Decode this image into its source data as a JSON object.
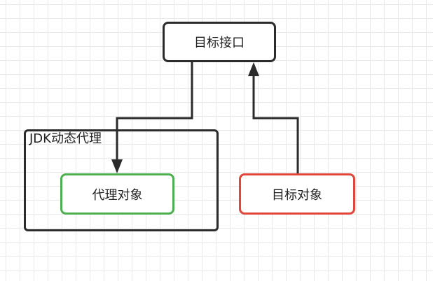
{
  "diagram": {
    "nodes": {
      "target_interface": "目标接口",
      "jdk_proxy_group": "JDK动态代理",
      "proxy_object": "代理对象",
      "target_object": "目标对象"
    },
    "colors": {
      "default_border": "#2b2b2b",
      "proxy_object_border": "#4caf50",
      "target_object_border": "#e0473a",
      "grid": "#e9e9e9"
    },
    "edges": [
      {
        "from": "target_interface",
        "to": "proxy_object"
      },
      {
        "from": "target_object",
        "to": "target_interface"
      }
    ]
  }
}
